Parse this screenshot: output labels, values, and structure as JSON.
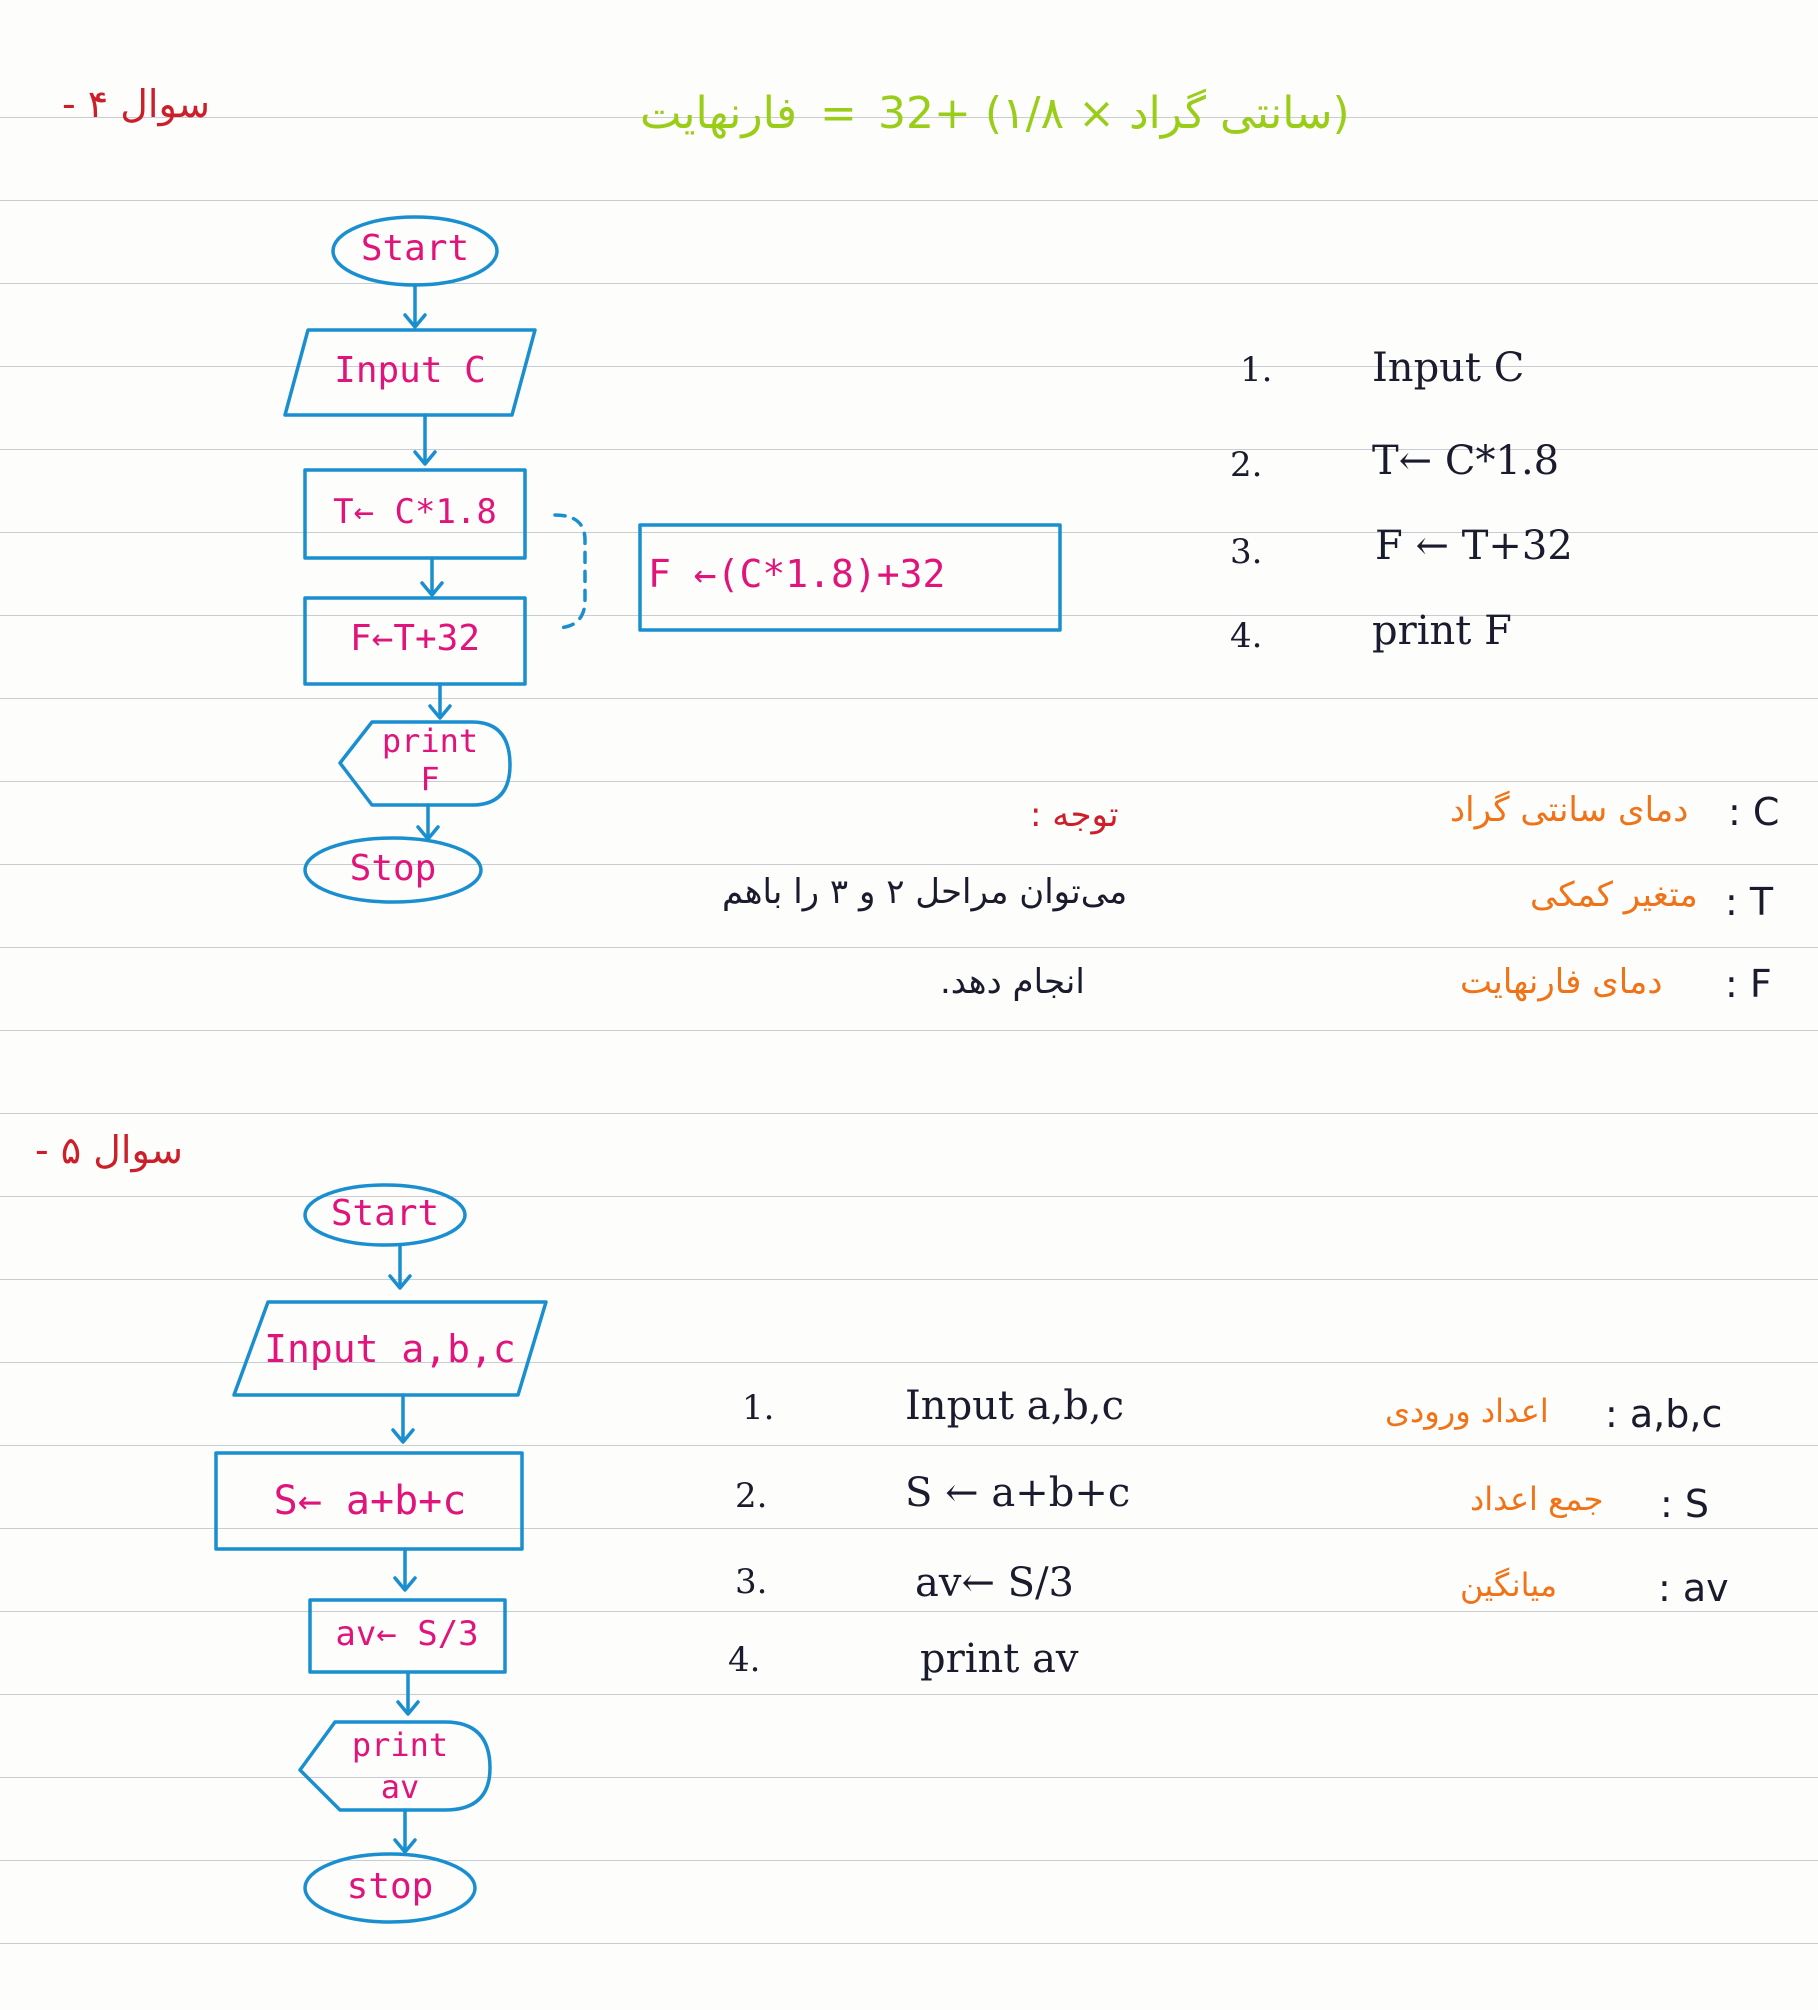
{
  "colors": {
    "shape_stroke": "#1a8fd0",
    "flow_text": "#e0147a",
    "header": "#cc1f2a",
    "formula": "#9acd18",
    "note": "#1b1b2e",
    "variables": "#f07318"
  },
  "q4": {
    "heading": "سوال ۴ -",
    "formula": {
      "left": "فارنهایت",
      "eq": "=",
      "right": "(سانتی گراد × ۱/۸) +32"
    },
    "flowchart": {
      "start": "Start",
      "input": "Input C",
      "step1": "T← C*1.8",
      "step2": "F←T+32",
      "print_line1": "print",
      "print_line2": "F",
      "stop": "Stop",
      "merged": "F ←(C*1.8)+32"
    },
    "algorithm": [
      {
        "num": "1.",
        "text": "Input C"
      },
      {
        "num": "2.",
        "text": "T← C*1.8"
      },
      {
        "num": "3.",
        "text": "F ← T+32"
      },
      {
        "num": "4.",
        "text": "print F"
      }
    ],
    "note": {
      "title": "توجه :",
      "line1": "می‌توان مراحل ۲ و ۳ را باهم",
      "line2": "انجام دهد."
    },
    "variables": [
      {
        "name": ": C",
        "desc": "دمای سانتی گراد"
      },
      {
        "name": ": T",
        "desc": "متغیر کمکی"
      },
      {
        "name": ": F",
        "desc": "دمای فارنهایت"
      }
    ]
  },
  "q5": {
    "heading": "سوال ۵ -",
    "flowchart": {
      "start": "Start",
      "input": "Input a,b,c",
      "step1": "S← a+b+c",
      "step2": "av← S/3",
      "print_line1": "print",
      "print_line2": "av",
      "stop": "stop"
    },
    "algorithm": [
      {
        "num": "1.",
        "text": "Input a,b,c"
      },
      {
        "num": "2.",
        "text": "S ← a+b+c"
      },
      {
        "num": "3.",
        "text": "av← S/3"
      },
      {
        "num": "4.",
        "text": "print av"
      }
    ],
    "variables": [
      {
        "name": ": a,b,c",
        "desc": "اعداد ورودی"
      },
      {
        "name": ": S",
        "desc": "جمع اعداد"
      },
      {
        "name": ": av",
        "desc": "میانگین"
      }
    ]
  }
}
